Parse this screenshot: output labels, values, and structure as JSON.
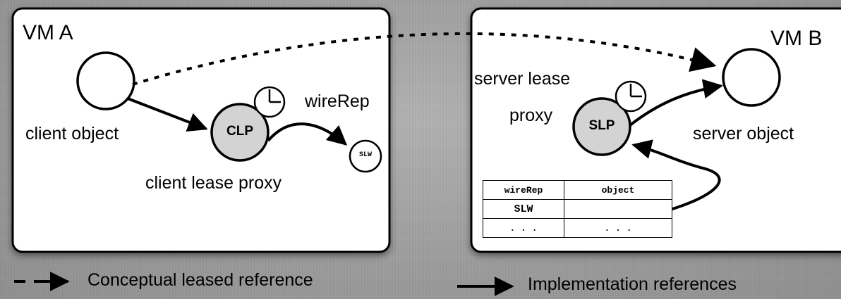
{
  "vm_a": {
    "title": "VM A",
    "client_object_label": "client object",
    "clp_label": "CLP",
    "clp_caption": "client lease proxy",
    "wirerep_label": "wireRep",
    "slw_label": "SLW"
  },
  "vm_b": {
    "title": "VM B",
    "server_lease_proxy_line1": "server lease",
    "server_lease_proxy_line2": "proxy",
    "slp_label": "SLP",
    "server_object_label": "server object",
    "table": {
      "headers": [
        "wireRep",
        "object"
      ],
      "rows": [
        [
          "SLW",
          ""
        ],
        [
          ". . .",
          ". . ."
        ]
      ]
    }
  },
  "legend": {
    "conceptual": "Conceptual leased reference",
    "implementation": "Implementation references"
  },
  "colors": {
    "background": "#9a9a9a",
    "panel_fill": "#ffffff",
    "proxy_fill": "#d3d3d3",
    "stroke": "#000000"
  }
}
